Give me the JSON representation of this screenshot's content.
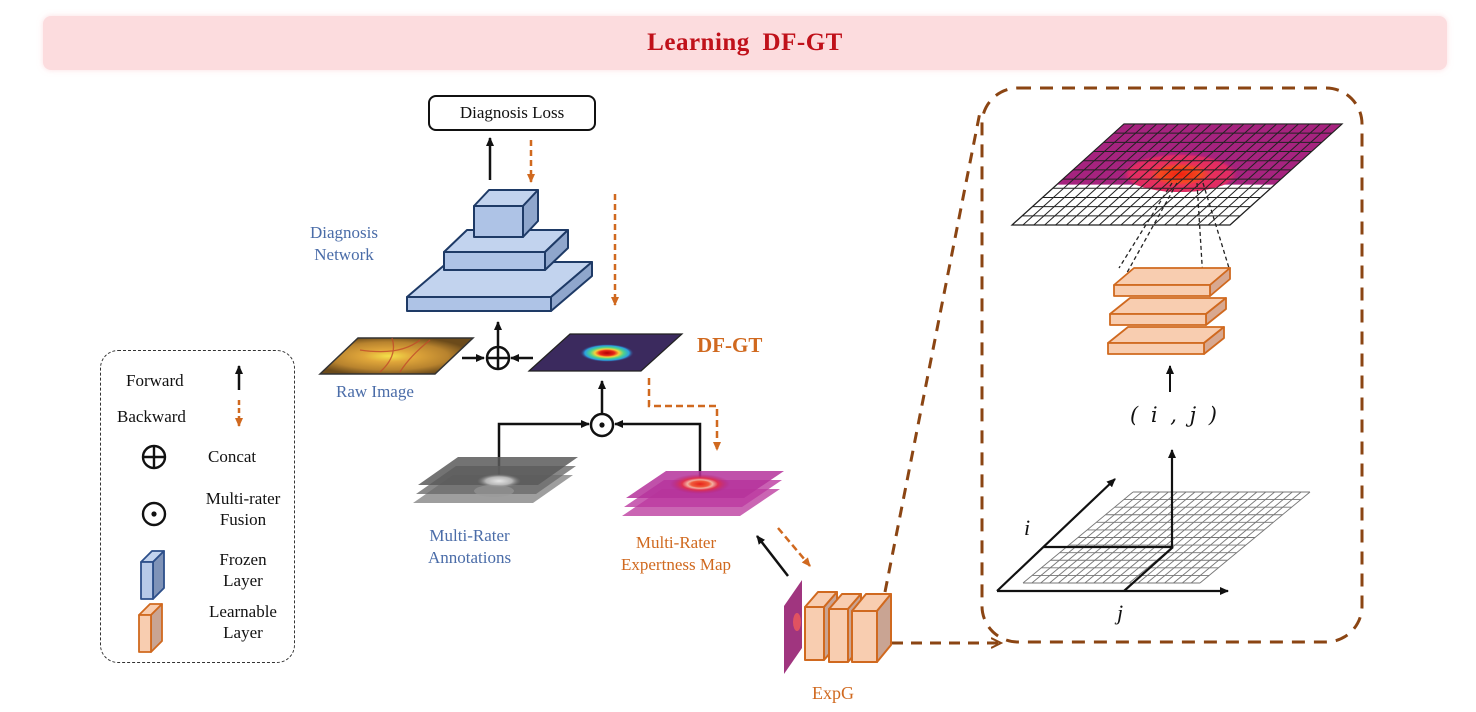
{
  "title": "Learning DF-GT",
  "nodes": {
    "diagnosis_loss": "Diagnosis Loss",
    "diagnosis_network": [
      "Diagnosis",
      "Network"
    ],
    "raw_image": "Raw Image",
    "dfgt": "DF-GT",
    "multi_rater_annotations": [
      "Multi-Rater",
      "Annotations"
    ],
    "multi_rater_expertness_map": [
      "Multi-Rater",
      "Expertness Map"
    ],
    "expg": "ExpG"
  },
  "zoom_panel": {
    "coord_label": "( i , j )",
    "axis_i": "i",
    "axis_j": "j"
  },
  "legend": {
    "items": [
      {
        "label": "Forward",
        "icon": "solid-arrow-up-icon"
      },
      {
        "label": "Backward",
        "icon": "dashed-arrow-down-icon"
      },
      {
        "label": "Concat",
        "icon": "circled-plus-icon"
      },
      {
        "label": "Multi-rater Fusion",
        "lines": [
          "Multi-rater",
          "Fusion"
        ],
        "icon": "circled-dot-icon"
      },
      {
        "label": "Frozen Layer",
        "lines": [
          "Frozen",
          "Layer"
        ],
        "icon": "blue-block-icon"
      },
      {
        "label": "Learnable Layer",
        "lines": [
          "Learnable",
          "Layer"
        ],
        "icon": "orange-block-icon"
      }
    ]
  },
  "colors": {
    "title_red": "#c0111a",
    "banner_pink": "#fcdcde",
    "frozen_blue": "#b7c9e8",
    "learnable_orange": "#f8cdb0",
    "backward_orange": "#d0691f",
    "zoom_border_brown": "#8b4513",
    "label_blue": "#4a6ca8"
  }
}
